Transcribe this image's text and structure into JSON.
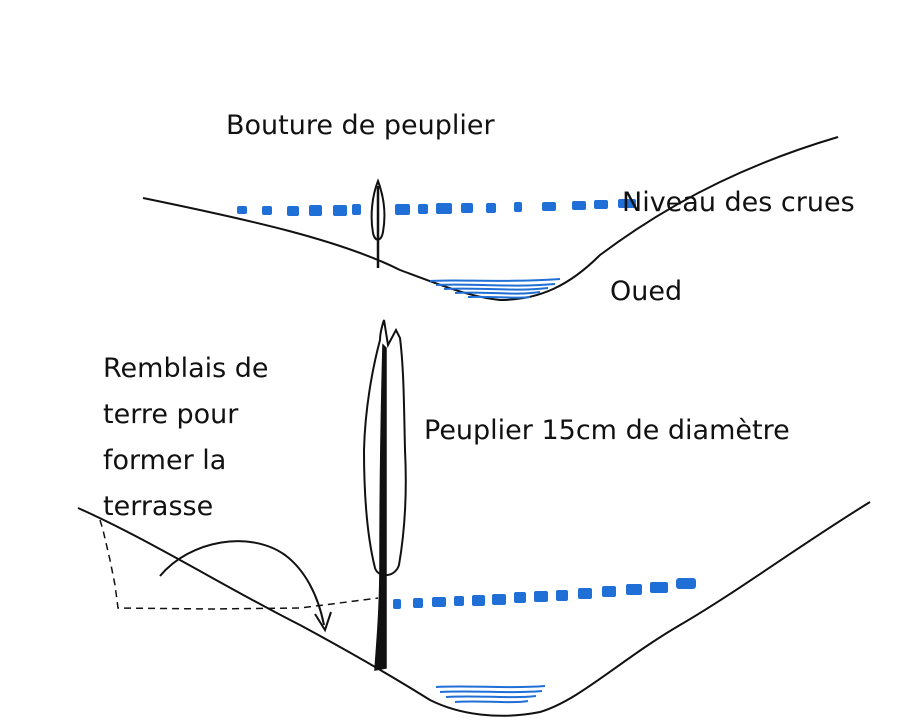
{
  "colors": {
    "ink": "#111111",
    "water": "#1f6fd6",
    "background": "#ffffff"
  },
  "labels": {
    "bouture": "Bouture de peuplier",
    "niveau_crues": "Niveau des crues",
    "oued": "Oued",
    "peuplier": "Peuplier 15cm de diamètre",
    "remblais": [
      "Remblais de",
      "terre pour",
      "former la",
      "terrasse"
    ]
  }
}
